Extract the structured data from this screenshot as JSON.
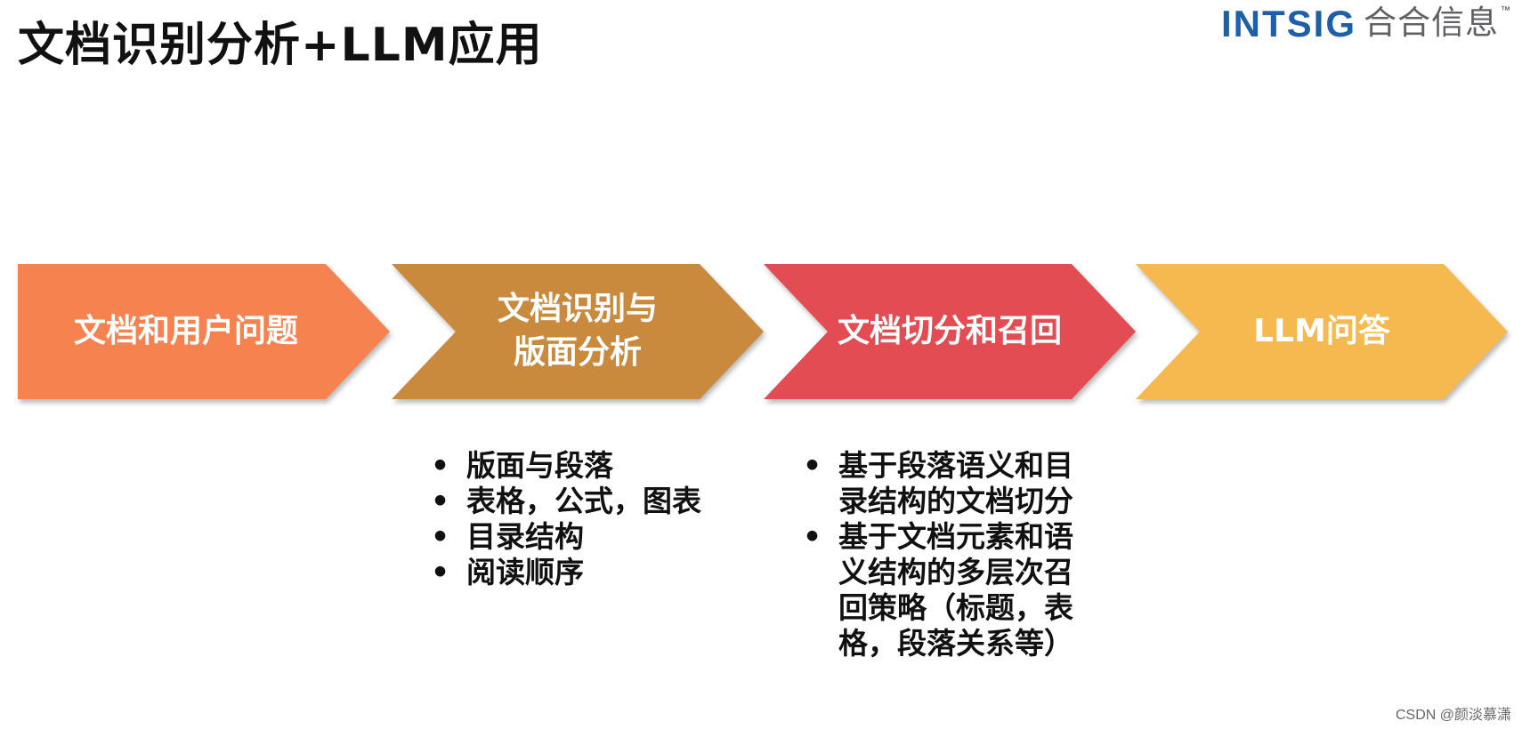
{
  "title": "文档识别分析+LLM应用",
  "logo": {
    "brand": "INTSIG",
    "chinese_name": "合合信息",
    "trademark": "™"
  },
  "steps": [
    {
      "label": "文档和用户问题",
      "color": "#f5824f",
      "bullets": []
    },
    {
      "label": "文档识别与\n版面分析",
      "color": "#c98a3e",
      "bullets": [
        "版面与段落",
        "表格，公式，图表",
        "目录结构",
        "阅读顺序"
      ]
    },
    {
      "label": "文档切分和召回",
      "color": "#e24c52",
      "bullets": [
        "基于段落语义和目\n录结构的文档切分",
        "基于文档元素和语\n义结构的多层次召\n回策略（标题，表\n格，段落关系等）"
      ]
    },
    {
      "label": "LLM问答",
      "color": "#f5b94f",
      "bullets": []
    }
  ],
  "bullet_symbol": "•",
  "watermark": "CSDN @颜淡慕潇"
}
